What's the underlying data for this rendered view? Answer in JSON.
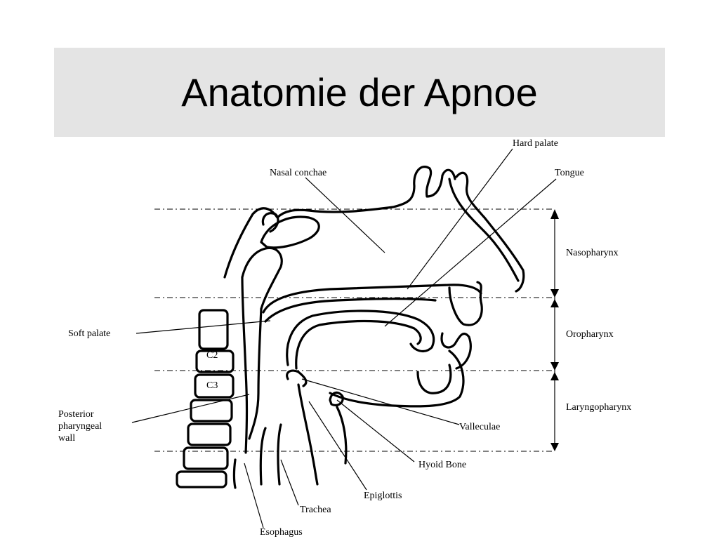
{
  "title": "Anatomie der Apnoe",
  "labels": {
    "hard_palate": "Hard palate",
    "nasal_conchae": "Nasal conchae",
    "tongue": "Tongue",
    "soft_palate": "Soft palate",
    "c2": "C2",
    "c3": "C3",
    "posterior_line1": "Posterior",
    "posterior_line2": "pharyngeal",
    "posterior_line3": "wall",
    "valleculae": "Valleculae",
    "hyoid_bone": "Hyoid Bone",
    "epiglottis": "Epiglottis",
    "trachea": "Trachea",
    "esophagus": "Esophagus"
  },
  "regions": {
    "nasopharynx": "Nasopharynx",
    "oropharynx": "Oropharynx",
    "laryngopharynx": "Laryngopharynx"
  }
}
